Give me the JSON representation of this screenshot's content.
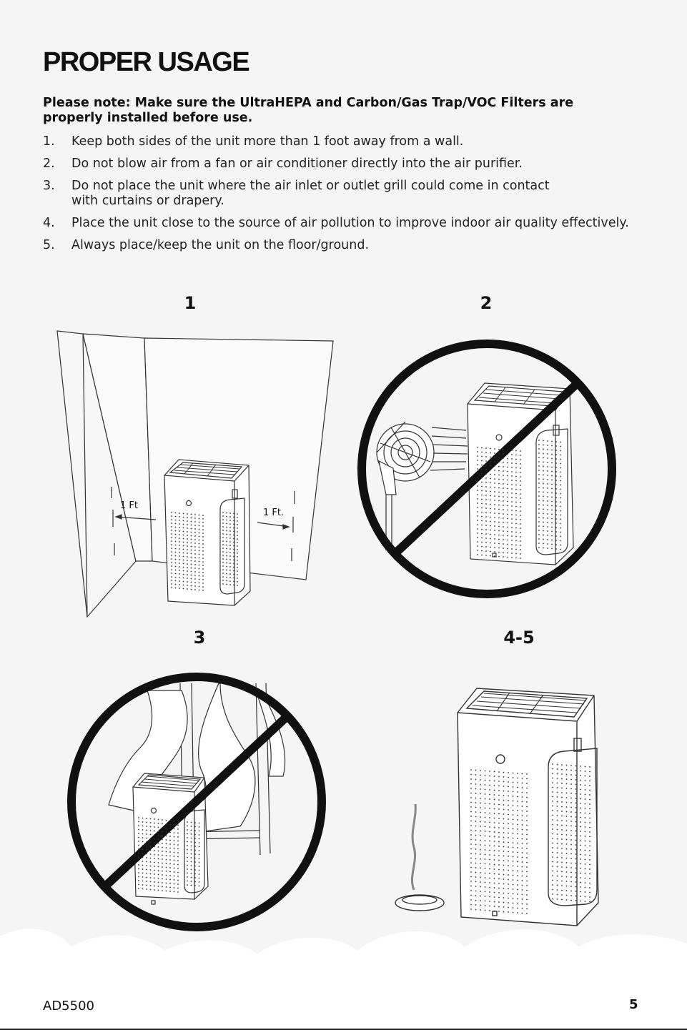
{
  "heading": "PROPER USAGE",
  "note": "Please note: Make sure the UltraHEPA and Carbon/Gas Trap/VOC Filters are properly installed before use.",
  "steps": [
    {
      "num": "1.",
      "text": "Keep both sides of the unit more than 1 foot away from a wall."
    },
    {
      "num": "2.",
      "text": "Do not blow air from a fan or air conditioner directly into the air purifier."
    },
    {
      "num": "3.",
      "text": "Do not place the unit where the air inlet or outlet grill could come in contact with curtains or drapery."
    },
    {
      "num": "4.",
      "text": "Place the unit close to the source of air pollution to improve indoor air quality effectively."
    },
    {
      "num": "5.",
      "text": "Always place/keep the unit on the floor/ground."
    }
  ],
  "figures": {
    "fig1": {
      "label": "1",
      "left_distance": "1 Ft",
      "right_distance": "1 Ft."
    },
    "fig2": {
      "label": "2"
    },
    "fig3": {
      "label": "3"
    },
    "fig45": {
      "label": "4-5"
    }
  },
  "footer": {
    "model": "AD5500",
    "page": "5"
  },
  "colors": {
    "background": "#f5f5f5",
    "ink": "#111111",
    "cloud": "#ffffff"
  }
}
